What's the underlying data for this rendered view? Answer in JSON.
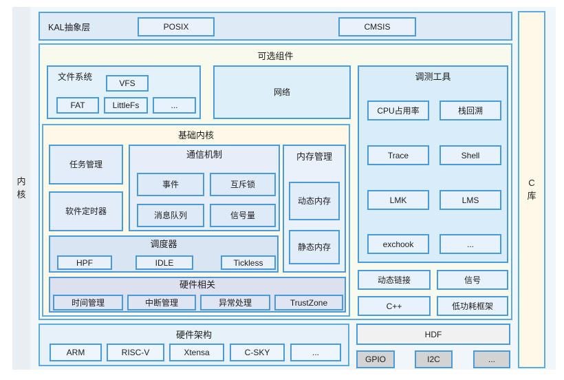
{
  "side": {
    "kernel": "内\n核",
    "clib": "C\n库"
  },
  "kal": {
    "title": "KAL抽象层",
    "posix": "POSIX",
    "cmsis": "CMSIS"
  },
  "optional": {
    "title": "可选组件",
    "filesystem": {
      "title": "文件系统",
      "vfs": "VFS",
      "row": [
        "FAT",
        "LittleFs",
        "..."
      ]
    },
    "network": "网络",
    "debug": {
      "title": "调测工具",
      "items": [
        "CPU占用率",
        "栈回溯",
        "Trace",
        "Shell",
        "LMK",
        "LMS",
        "exchook",
        "..."
      ]
    },
    "extras": [
      "动态链接",
      "信号",
      "C++",
      "低功耗框架"
    ]
  },
  "base_kernel": {
    "title": "基础内核",
    "task": "任务管理",
    "timer": "软件定时器",
    "comm": {
      "title": "通信机制",
      "items": [
        "事件",
        "互斥锁",
        "消息队列",
        "信号量"
      ]
    },
    "memory": {
      "title": "内存管理",
      "items": [
        "动态内存",
        "静态内存"
      ]
    },
    "scheduler": {
      "title": "调度器",
      "items": [
        "HPF",
        "IDLE",
        "Tickless"
      ]
    },
    "hw_related": {
      "title": "硬件相关",
      "items": [
        "时间管理",
        "中断管理",
        "异常处理",
        "TrustZone"
      ]
    }
  },
  "hw_arch": {
    "title": "硬件架构",
    "items": [
      "ARM",
      "RISC-V",
      "Xtensa",
      "C-SKY",
      "..."
    ]
  },
  "hdf": {
    "title": "HDF",
    "items": [
      "GPIO",
      "I2C",
      "..."
    ]
  },
  "colors": {
    "container_border": "#5caae2",
    "box_border": "#479bdd",
    "cream": "#fdf8e7",
    "optional_bg": "#f7faec",
    "panel_bg": "#f0f6fa"
  }
}
